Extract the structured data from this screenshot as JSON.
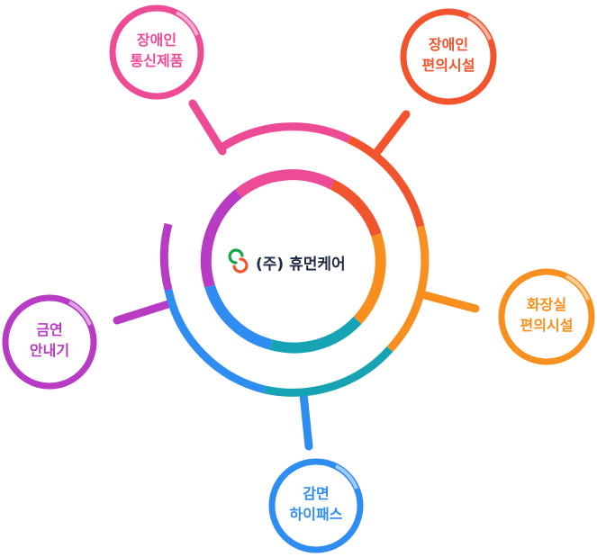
{
  "center": {
    "company": "(주) 휴먼케어"
  },
  "nodes": [
    {
      "line1": "장애인",
      "line2": "통신제품",
      "color": "#ee4b97"
    },
    {
      "line1": "장애인",
      "line2": "편의시설",
      "color": "#f2542d"
    },
    {
      "line1": "화장실",
      "line2": "편의시설",
      "color": "#f7901e"
    },
    {
      "line1": "감면",
      "line2": "하이패스",
      "color": "#2f8cf0"
    },
    {
      "line1": "금연",
      "line2": "안내기",
      "color": "#b83bc4"
    }
  ],
  "colors": {
    "pink": "#ee4b97",
    "red": "#f2542d",
    "orange": "#f7901e",
    "blue": "#2f8cf0",
    "teal": "#16a3b4",
    "purple": "#b83bc4"
  }
}
